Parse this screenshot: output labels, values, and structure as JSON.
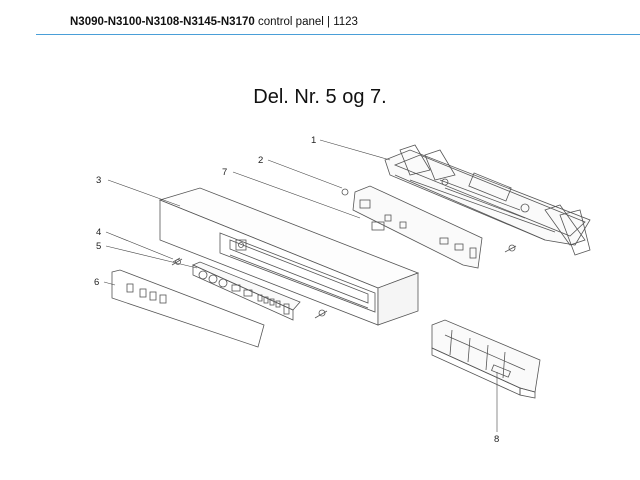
{
  "header": {
    "models": "N3090-N3100-N3108-N3145-N3170",
    "suffix": "control panel | 1123"
  },
  "title": "Del. Nr. 5 og 7.",
  "callouts": [
    "1",
    "2",
    "3",
    "4",
    "5",
    "6",
    "7",
    "8"
  ],
  "colors": {
    "rule": "#4a9fd8",
    "line": "#555555"
  }
}
